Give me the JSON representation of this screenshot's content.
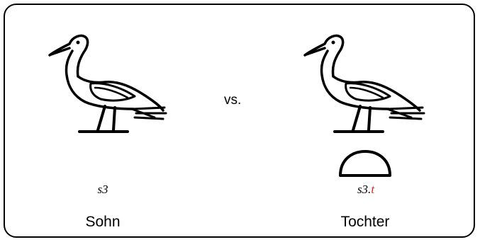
{
  "comparison": {
    "separator": "vs.",
    "left": {
      "glyph": "duck-hieroglyph",
      "transliteration": "s3",
      "meaning": "Sohn"
    },
    "right": {
      "glyph": "duck-hieroglyph",
      "determinative": "bread-loaf-hieroglyph",
      "transliteration_stem": "s3.",
      "transliteration_ending": "t",
      "meaning": "Tochter"
    }
  },
  "colors": {
    "ink": "#000000",
    "feminine_ending": "#d9261c"
  }
}
